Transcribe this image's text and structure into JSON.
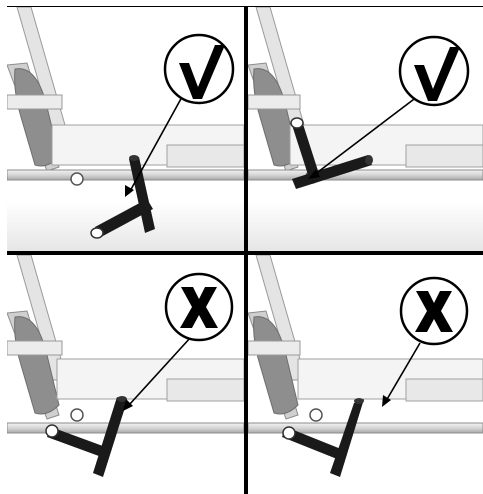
{
  "figure": {
    "panels": [
      {
        "id": "top-left",
        "verdict": "correct",
        "symbol": "check-mark-icon",
        "mark_color": "#000000"
      },
      {
        "id": "top-right",
        "verdict": "correct",
        "symbol": "check-mark-icon",
        "mark_color": "#000000"
      },
      {
        "id": "bottom-left",
        "verdict": "incorrect",
        "symbol": "x-mark-icon",
        "mark_color": "#000000"
      },
      {
        "id": "bottom-right",
        "verdict": "incorrect",
        "symbol": "x-mark-icon",
        "mark_color": "#000000"
      }
    ],
    "colors": {
      "frame_tube": "#d9d9d9",
      "tube_outline": "#8c8c8c",
      "seat_panel": "#9a9a9a",
      "tipper_bar": "#1a1a1a",
      "floor": "#eeeeee",
      "divider": "#000000"
    }
  }
}
